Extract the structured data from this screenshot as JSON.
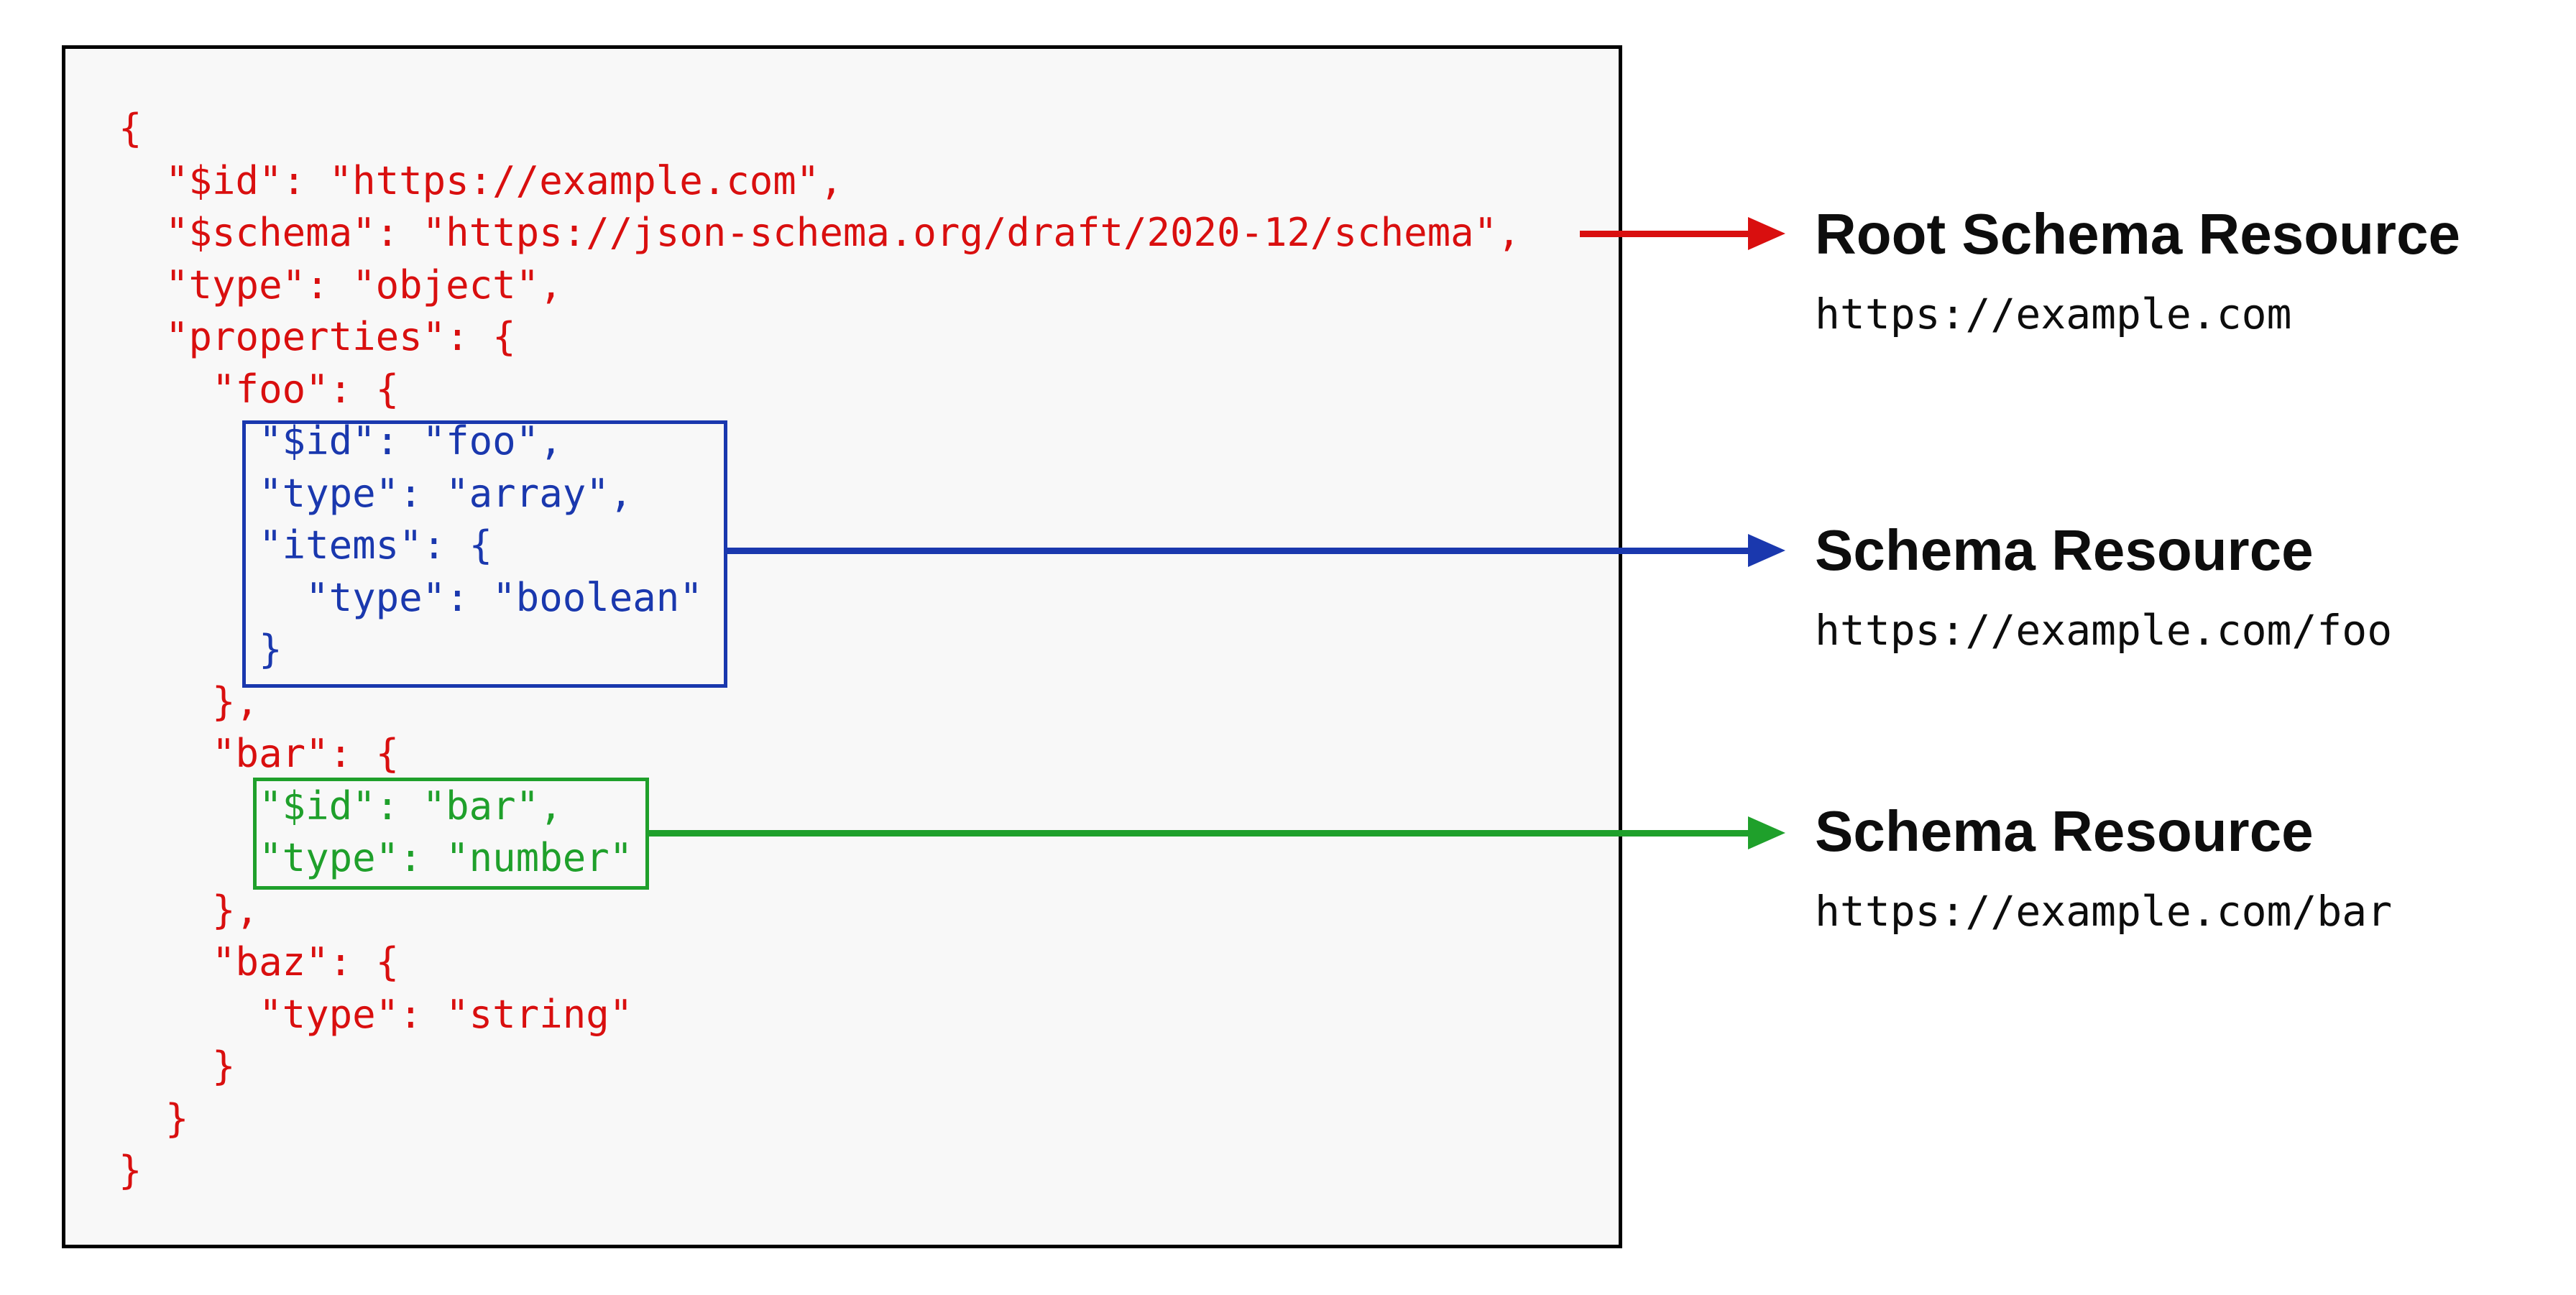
{
  "colors": {
    "red": "#D90F0F",
    "blue": "#1A38AE",
    "green": "#1FA02B",
    "panel_bg": "#F8F8F8",
    "border": "#000000",
    "label_text": "#0D0D0D"
  },
  "code": {
    "lines": [
      {
        "text": "{",
        "hl": "red"
      },
      {
        "text": "  \"$id\": \"https://example.com\",",
        "hl": "red"
      },
      {
        "text": "  \"$schema\": \"https://json-schema.org/draft/2020-12/schema\",",
        "hl": "red"
      },
      {
        "text": "  \"type\": \"object\",",
        "hl": "red"
      },
      {
        "text": "  \"properties\": {",
        "hl": "red"
      },
      {
        "text": "    \"foo\": {",
        "hl": "red"
      },
      {
        "text": "      \"$id\": \"foo\",",
        "hl": "blue"
      },
      {
        "text": "      \"type\": \"array\",",
        "hl": "blue"
      },
      {
        "text": "      \"items\": {",
        "hl": "blue"
      },
      {
        "text": "        \"type\": \"boolean\"",
        "hl": "blue"
      },
      {
        "text": "      }",
        "hl": "blue"
      },
      {
        "text": "    },",
        "hl": "red"
      },
      {
        "text": "    \"bar\": {",
        "hl": "red"
      },
      {
        "text": "      \"$id\": \"bar\",",
        "hl": "green"
      },
      {
        "text": "      \"type\": \"number\"",
        "hl": "green"
      },
      {
        "text": "    },",
        "hl": "red"
      },
      {
        "text": "    \"baz\": {",
        "hl": "red"
      },
      {
        "text": "      \"type\": \"string\"",
        "hl": "red"
      },
      {
        "text": "    }",
        "hl": "red"
      },
      {
        "text": "  }",
        "hl": "red"
      },
      {
        "text": "}",
        "hl": "red"
      }
    ]
  },
  "annotations": [
    {
      "label": "Root Schema Resource",
      "url": "https://example.com",
      "arrow_color": "red"
    },
    {
      "label": "Schema Resource",
      "url": "https://example.com/foo",
      "arrow_color": "blue"
    },
    {
      "label": "Schema Resource",
      "url": "https://example.com/bar",
      "arrow_color": "green"
    }
  ]
}
